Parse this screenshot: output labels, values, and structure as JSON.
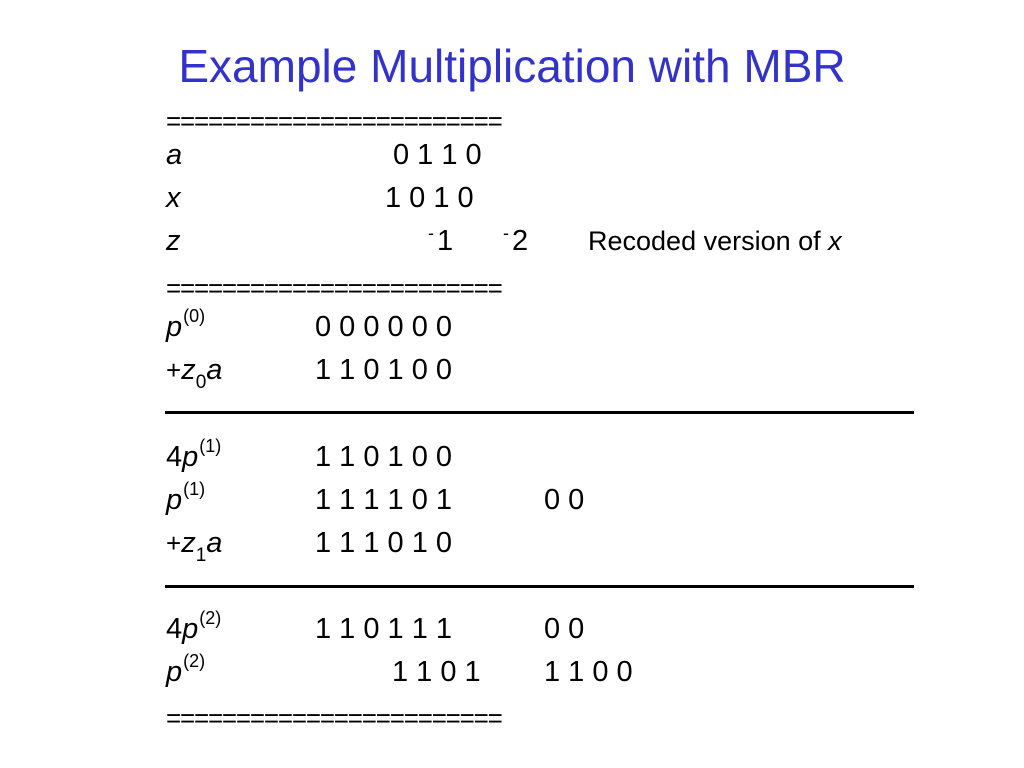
{
  "title": "Example Multiplication with MBR",
  "separator": "========================",
  "header_rows": {
    "a": {
      "label": "a",
      "digits": "0 1 1 0"
    },
    "x": {
      "label": "x",
      "digits": "1 0 1 0"
    },
    "z": {
      "label": "z",
      "digit1_bar": "-",
      "digit1": "1",
      "digit2_bar": "-",
      "digit2": "2",
      "note": "Recoded version of",
      "note_var": "x"
    }
  },
  "steps": {
    "p0": {
      "var": "p",
      "sup": "(0)",
      "digits": "0 0 0 0 0 0"
    },
    "z0a": {
      "plus": "+",
      "var": "z",
      "sub": "0",
      "var2": "a",
      "digits": "1 1 0 1 0 0"
    },
    "four_p1": {
      "coef": "4",
      "var": "p",
      "sup": "(1)",
      "digits": "1 1 0 1 0 0"
    },
    "p1": {
      "var": "p",
      "sup": "(1)",
      "digits": "1 1 1 1 0 1",
      "extra": "0 0"
    },
    "z1a": {
      "plus": "+",
      "var": "z",
      "sub": "1",
      "var2": "a",
      "digits": "1 1 1 0 1 0"
    },
    "four_p2": {
      "coef": "4",
      "var": "p",
      "sup": "(2)",
      "digits": "1 1 0 1 1 1",
      "extra": "0 0"
    },
    "p2": {
      "var": "p",
      "sup": "(2)",
      "digits": "1 1 0 1",
      "extra": "1 1 0 0"
    }
  }
}
